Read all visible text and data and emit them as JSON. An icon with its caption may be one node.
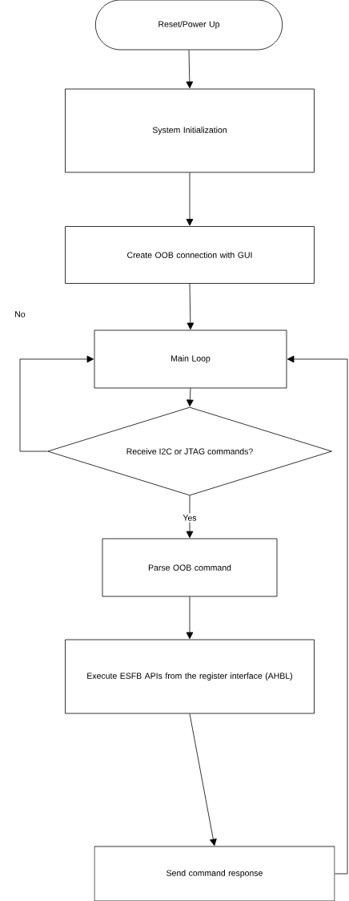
{
  "diagram": {
    "nodes": [
      {
        "text": [
          "Reset/Power Up"
        ]
      },
      {
        "text": [
          "System Initialization"
        ]
      },
      {
        "text": [
          "Create OOB connection with GUI"
        ]
      },
      {
        "text": [
          "Main Loop"
        ]
      },
      {
        "text": [
          "Receive I2C or JTAG commands?"
        ]
      },
      {
        "text": [
          "Parse OOB command"
        ]
      },
      {
        "text": [
          "Execute ESFB APIs from the register interface (AHBL)"
        ]
      },
      {
        "text": [
          "Send command response"
        ]
      }
    ],
    "edges": [
      {
        "from": 0,
        "to": 1,
        "arrow": "to"
      },
      {
        "from": 1,
        "to": 2,
        "arrow": "to"
      },
      {
        "from": 2,
        "to": 3,
        "arrow": "to"
      },
      {
        "from": 3,
        "to": 4,
        "arrow": "to"
      },
      {
        "from": 4,
        "to": 3,
        "arrow": "to",
        "label": "No"
      },
      {
        "from": 4,
        "to": 5,
        "arrow": "to",
        "label": "Yes"
      },
      {
        "from": 5,
        "to": 6,
        "arrow": "to"
      },
      {
        "from": 6,
        "to": 7,
        "arrow": "to"
      },
      {
        "from": 7,
        "to": 3,
        "arrow": "to"
      }
    ]
  }
}
